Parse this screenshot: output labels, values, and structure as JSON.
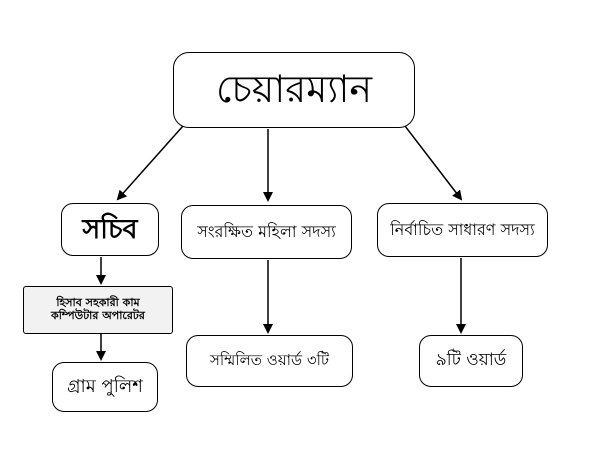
{
  "chairman": "চেয়ারম্যান",
  "secretary": "সচিব",
  "reserved_women_member": "সংরক্ষিত মহিলা সদস্য",
  "elected_general_member": "নির্বাচিত সাধারণ সদস্য",
  "accountant_line1": "হিসাব সহকারী কাম",
  "accountant_line2": "কম্পিউটার অপারেটর",
  "village_police": "গ্রাম পুলিশ",
  "combined_wards": "সম্মিলিত ওয়ার্ড ৩টি",
  "nine_wards": "৯টি ওয়ার্ড"
}
